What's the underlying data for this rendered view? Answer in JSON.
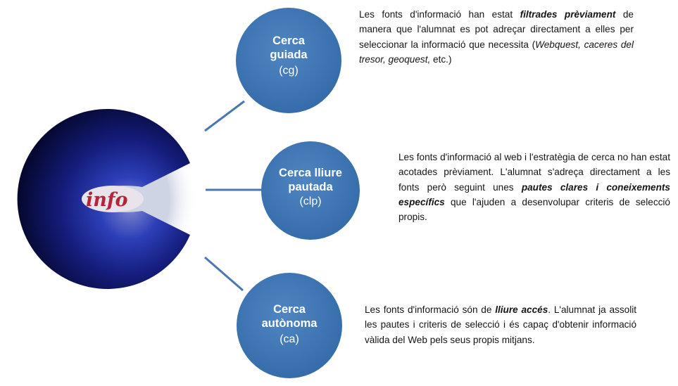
{
  "logo": {
    "text": "info",
    "text_color": "#b5253a",
    "sphere_dark": "#06083a",
    "sphere_mid": "#1c2da8",
    "sphere_light": "#6e78c8"
  },
  "colors": {
    "circle_fill": "#3b74b2",
    "circle_fill_light": "#4f86c2",
    "connector": "#4a78b0"
  },
  "nodes": [
    {
      "title_line1": "Cerca",
      "title_line2": "guiada",
      "abbr": "(cg)"
    },
    {
      "title_line1": "Cerca lliure",
      "title_line2": "pautada",
      "abbr": "(clp)"
    },
    {
      "title_line1": "Cerca",
      "title_line2": "autònoma",
      "abbr": "(ca)"
    }
  ],
  "descriptions": [
    {
      "parts": [
        {
          "text": "Les fonts d'informació han estat ",
          "style": "normal"
        },
        {
          "text": "filtrades prèviament",
          "style": "bold-italic"
        },
        {
          "text": " de manera que l'alumnat  es pot adreçar directament a elles per seleccionar la informació que necessita (",
          "style": "normal"
        },
        {
          "text": "Webquest, caceres del tresor, geoquest,",
          "style": "italic"
        },
        {
          "text": " etc.)",
          "style": "normal"
        }
      ]
    },
    {
      "parts": [
        {
          "text": "Les fonts d'informació  al web i l'estratègia de cerca no han estat acotades prèviament. L'alumnat s'adreça directament a les fonts però seguint unes ",
          "style": "normal"
        },
        {
          "text": "pautes clares i  coneixements específics",
          "style": "bold-italic"
        },
        {
          "text": " que  l'ajuden a desenvolupar criteris de selecció  propis.",
          "style": "normal"
        }
      ]
    },
    {
      "parts": [
        {
          "text": "Les fonts d'informació són de ",
          "style": "normal"
        },
        {
          "text": "lliure accés",
          "style": "bold-italic"
        },
        {
          "text": ". L'alumnat ja assolit les pautes i criteris de selecció i és capaç d'obtenir informació vàlida del Web pels seus propis mitjans.",
          "style": "normal"
        }
      ]
    }
  ]
}
